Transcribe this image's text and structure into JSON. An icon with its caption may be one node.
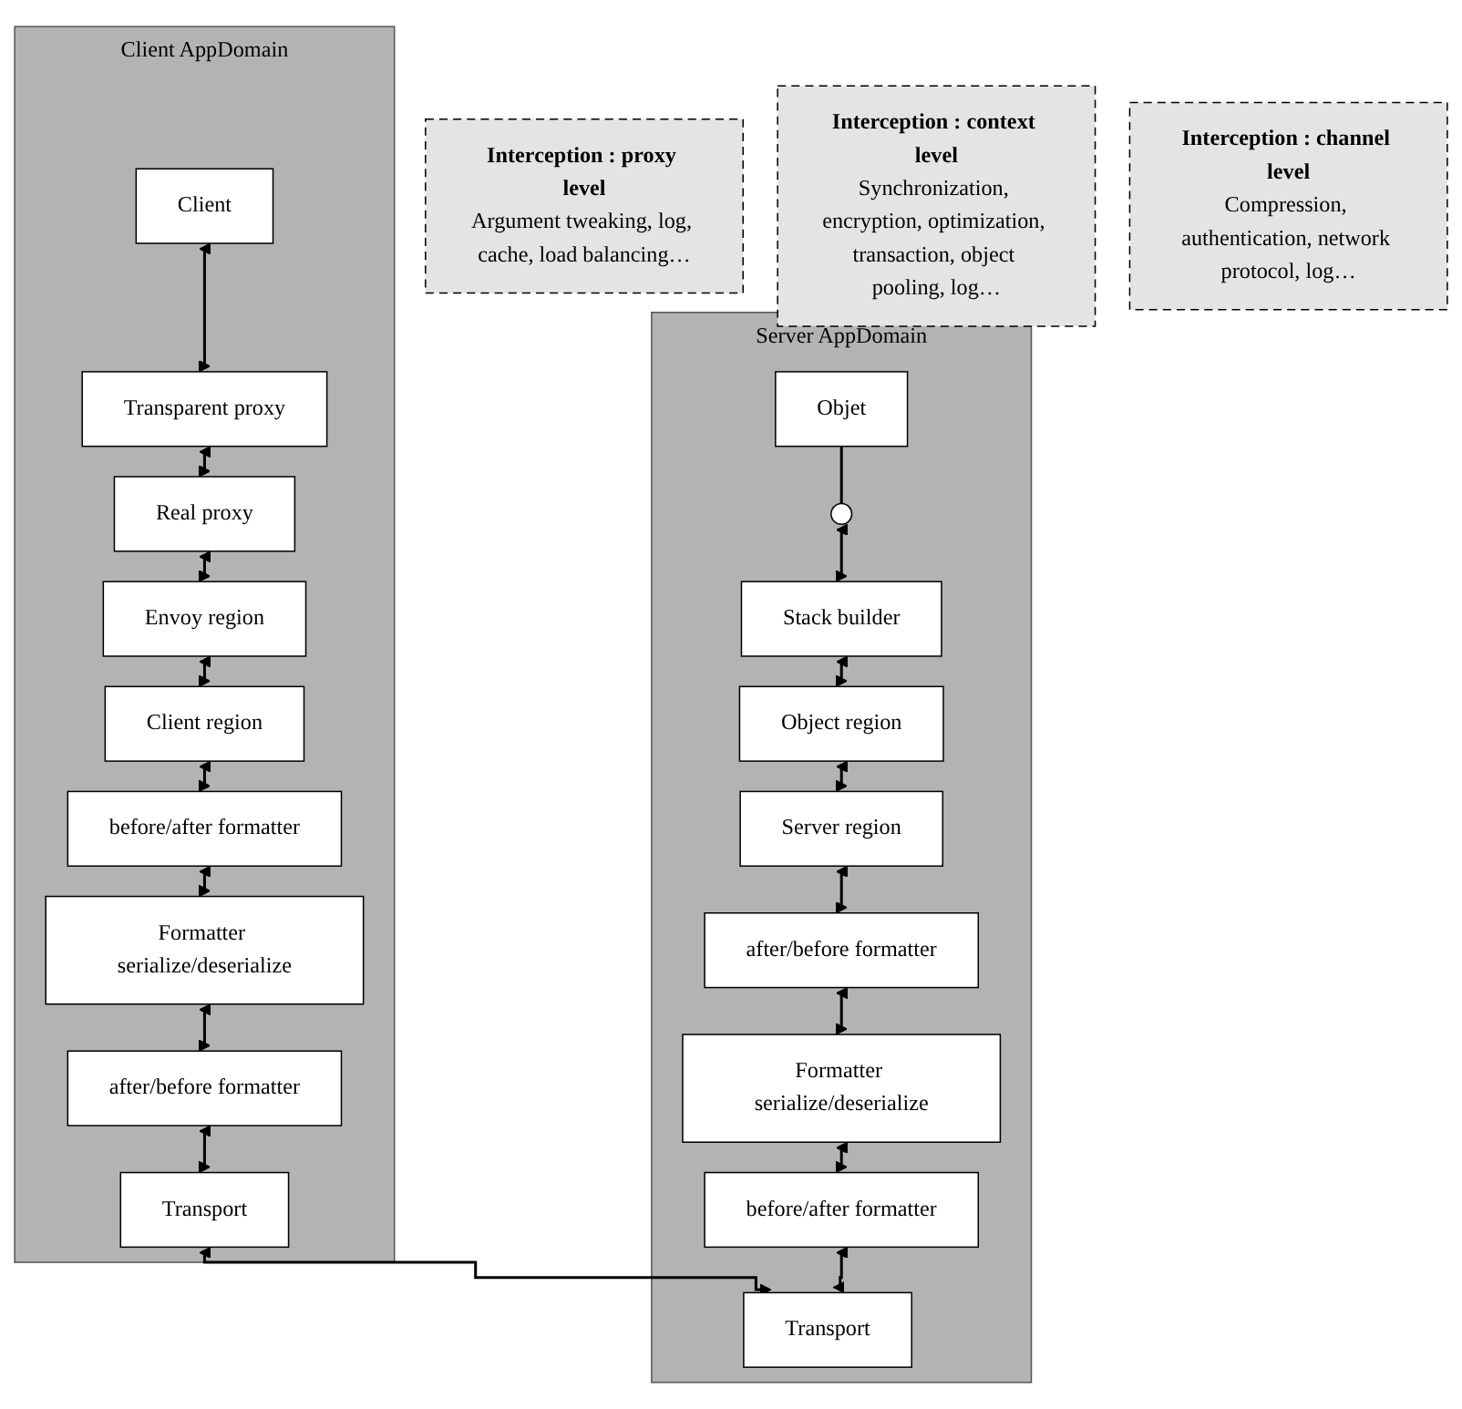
{
  "diagram": {
    "nodes": [
      {
        "text": [
          "Client AppDomain"
        ]
      },
      {
        "text": [
          "Client"
        ],
        "in": 0
      },
      {
        "text": [
          "Transparent proxy"
        ],
        "in": 0
      },
      {
        "text": [
          "Real proxy"
        ],
        "in": 0
      },
      {
        "text": [
          "Envoy region"
        ],
        "in": 0
      },
      {
        "text": [
          "Client region"
        ],
        "in": 0
      },
      {
        "text": [
          "before/after formatter"
        ],
        "in": 0
      },
      {
        "text": [
          "Formatter serialize/deserialize"
        ],
        "in": 0
      },
      {
        "text": [
          "after/before formatter"
        ],
        "in": 0
      },
      {
        "text": [
          "Transport"
        ],
        "in": 0
      },
      {
        "text": [
          "Server AppDomain"
        ]
      },
      {
        "text": [
          "Objet"
        ],
        "in": 10
      },
      {
        "text": [],
        "shape": "circle",
        "in": 10
      },
      {
        "text": [
          "Stack builder"
        ],
        "in": 10
      },
      {
        "text": [
          "Object region"
        ],
        "in": 10
      },
      {
        "text": [
          "Server region"
        ],
        "in": 10
      },
      {
        "text": [
          "after/before formatter"
        ],
        "in": 10
      },
      {
        "text": [
          "Formatter serialize/deserialize"
        ],
        "in": 10
      },
      {
        "text": [
          "before/after formatter"
        ],
        "in": 10
      },
      {
        "text": [
          "Transport"
        ],
        "in": 10
      },
      {
        "text": [
          "Interception : proxy level",
          "Argument tweaking, log, cache, load balancing…"
        ]
      },
      {
        "text": [
          "Interception : context level",
          "Synchronization, encryption, optimization, transaction, object pooling, log…"
        ]
      },
      {
        "text": [
          "Interception : channel level",
          "Compression, authentication, network protocol, log…"
        ]
      }
    ],
    "edges": [
      {
        "from": 1,
        "to": 2,
        "arrow": "both"
      },
      {
        "from": 2,
        "to": 3,
        "arrow": "both"
      },
      {
        "from": 3,
        "to": 4,
        "arrow": "both"
      },
      {
        "from": 4,
        "to": 5,
        "arrow": "both"
      },
      {
        "from": 5,
        "to": 6,
        "arrow": "both"
      },
      {
        "from": 6,
        "to": 7,
        "arrow": "both"
      },
      {
        "from": 7,
        "to": 8,
        "arrow": "both"
      },
      {
        "from": 8,
        "to": 9,
        "arrow": "both"
      },
      {
        "from": 9,
        "to": 19,
        "arrow": "both"
      },
      {
        "from": 11,
        "to": 12,
        "arrow": "none"
      },
      {
        "from": 12,
        "to": 13,
        "arrow": "both"
      },
      {
        "from": 13,
        "to": 14,
        "arrow": "both"
      },
      {
        "from": 14,
        "to": 15,
        "arrow": "both"
      },
      {
        "from": 15,
        "to": 16,
        "arrow": "both"
      },
      {
        "from": 16,
        "to": 17,
        "arrow": "both"
      },
      {
        "from": 17,
        "to": 18,
        "arrow": "both"
      },
      {
        "from": 18,
        "to": 19,
        "arrow": "both"
      }
    ]
  }
}
